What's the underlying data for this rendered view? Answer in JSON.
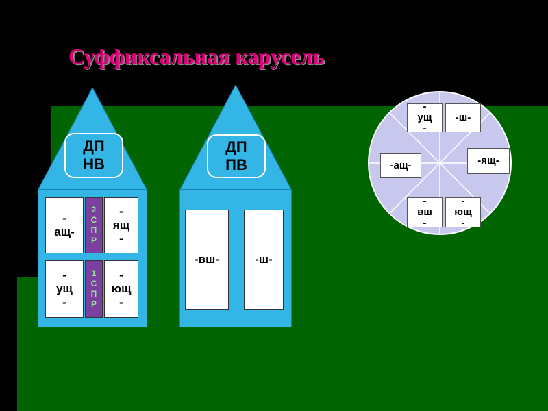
{
  "title": "Суффиксальная карусель",
  "colors": {
    "background": "#000000",
    "green": "#006400",
    "title": "#e0007a",
    "house": "#33b5e5",
    "stripe": "#7b3fa0",
    "stripe_text": "#90ee90",
    "wheel": "#c8c8ee"
  },
  "house_left": {
    "badge": "ДП\nНВ",
    "windows": [
      "-\nащ-",
      "-\nящ\n-",
      "-\nущ\n-",
      "-\nющ\n-"
    ],
    "stripes": [
      "2\nС\nП\nР",
      "1\nС\nП\nР"
    ]
  },
  "house_right": {
    "badge": "ДП\nПВ",
    "windows": [
      "-вш-",
      "-ш-"
    ]
  },
  "wheel": {
    "tiles": [
      "-\nущ\n-",
      "-ш-",
      "-ащ-",
      "-ящ-",
      "-\nвш\n-",
      "-\nющ\n-"
    ]
  }
}
